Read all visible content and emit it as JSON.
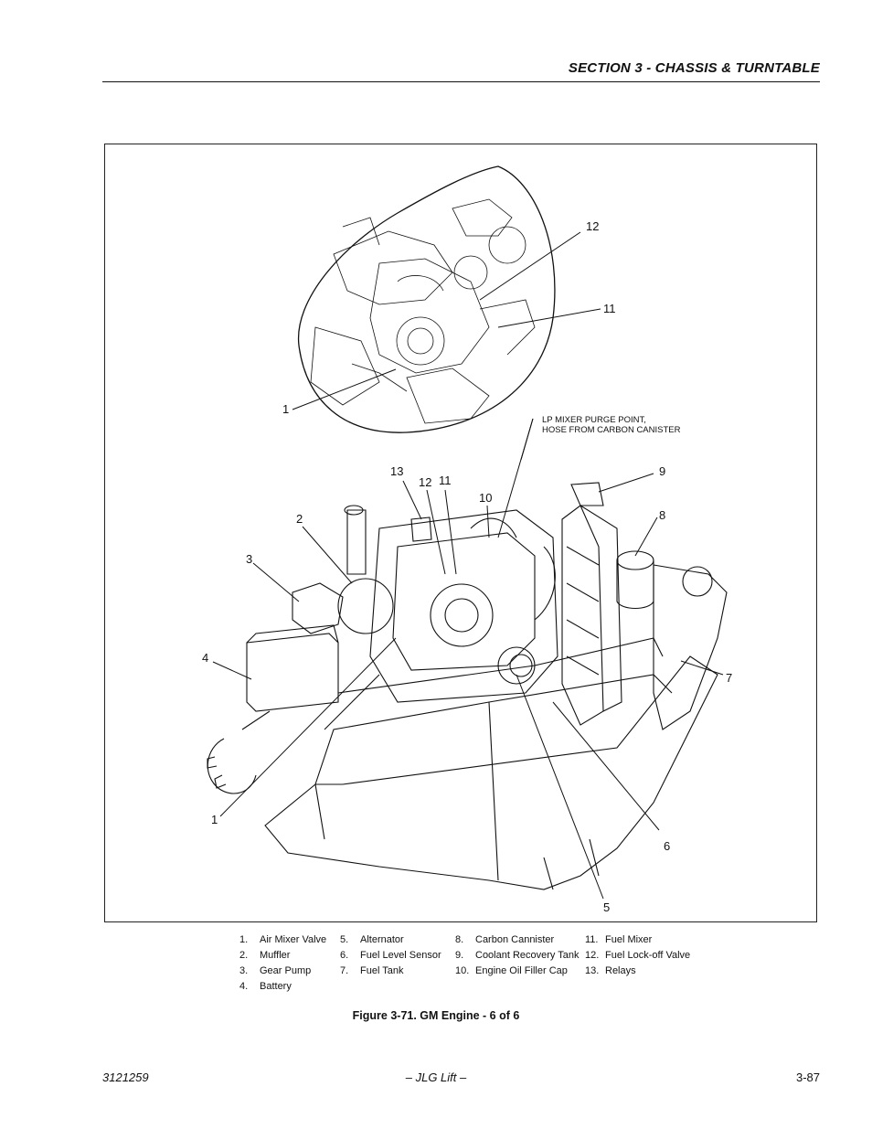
{
  "header": {
    "section_title": "SECTION 3 - CHASSIS & TURNTABLE"
  },
  "figure": {
    "note_lines": [
      "LP MIXER PURGE POINT,",
      "HOSE FROM CARBON CANISTER"
    ],
    "callouts": [
      "12",
      "11",
      "1",
      "13",
      "12",
      "11",
      "10",
      "9",
      "8",
      "2",
      "3",
      "4",
      "7",
      "1",
      "6",
      "5"
    ]
  },
  "legend": [
    [
      {
        "num": "1.",
        "label": "Air Mixer Valve"
      },
      {
        "num": "2.",
        "label": "Muffler"
      },
      {
        "num": "3.",
        "label": "Gear Pump"
      },
      {
        "num": "4.",
        "label": "Battery"
      }
    ],
    [
      {
        "num": "5.",
        "label": "Alternator"
      },
      {
        "num": "6.",
        "label": "Fuel Level Sensor"
      },
      {
        "num": "7.",
        "label": "Fuel Tank"
      }
    ],
    [
      {
        "num": "8.",
        "label": "Carbon Cannister"
      },
      {
        "num": "9.",
        "label": "Coolant Recovery Tank"
      },
      {
        "num": "10.",
        "label": "Engine Oil Filler Cap"
      }
    ],
    [
      {
        "num": "11.",
        "label": "Fuel Mixer"
      },
      {
        "num": "12.",
        "label": "Fuel Lock-off Valve"
      },
      {
        "num": "13.",
        "label": "Relays"
      }
    ]
  ],
  "caption": "Figure 3-71.  GM Engine - 6 of 6",
  "footer": {
    "doc_number": "3121259",
    "center": "– JLG Lift –",
    "page": "3-87"
  }
}
